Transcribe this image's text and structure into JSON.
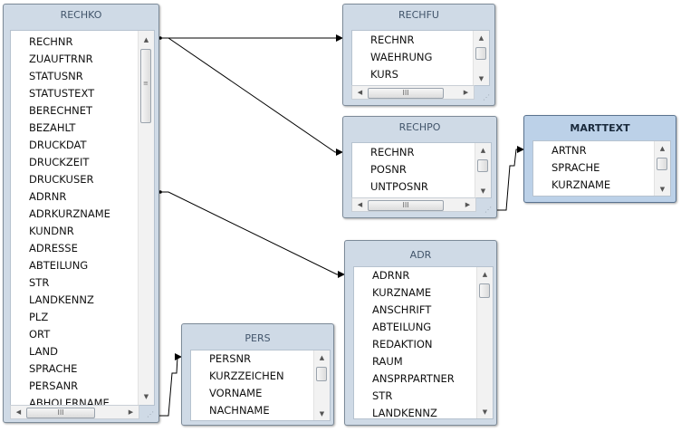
{
  "tables": {
    "rechko": {
      "title": "RECHKO",
      "fields": [
        "RECHNR",
        "ZUAUFTRNR",
        "STATUSNR",
        "STATUSTEXT",
        "BERECHNET",
        "BEZAHLT",
        "DRUCKDAT",
        "DRUCKZEIT",
        "DRUCKUSER",
        "ADRNR",
        "ADRKURZNAME",
        "KUNDNR",
        "ADRESSE",
        "ABTEILUNG",
        "STR",
        "LANDKENNZ",
        "PLZ",
        "ORT",
        "LAND",
        "SPRACHE",
        "PERSANR",
        "ABHOLERNAME"
      ]
    },
    "rechfu": {
      "title": "RECHFU",
      "fields": [
        "RECHNR",
        "WAEHRUNG",
        "KURS"
      ]
    },
    "rechpo": {
      "title": "RECHPO",
      "fields": [
        "RECHNR",
        "POSNR",
        "UNTPOSNR"
      ]
    },
    "marttext": {
      "title": "MARTTEXT",
      "fields": [
        "ARTNR",
        "SPRACHE",
        "KURZNAME"
      ]
    },
    "adr": {
      "title": "ADR",
      "fields": [
        "ADRNR",
        "KURZNAME",
        "ANSCHRIFT",
        "ABTEILUNG",
        "REDAKTION",
        "RAUM",
        "ANSPRPARTNER",
        "STR",
        "LANDKENNZ"
      ]
    },
    "pers": {
      "title": "PERS",
      "fields": [
        "PERSNR",
        "KURZZEICHEN",
        "VORNAME",
        "NACHNAME"
      ]
    }
  },
  "selected_table": "MARTTEXT",
  "icons": {
    "up": "scroll-up-arrow-icon",
    "down": "scroll-down-arrow-icon",
    "left": "scroll-left-arrow-icon",
    "right": "scroll-right-arrow-icon",
    "grip": "resize-grip-icon"
  }
}
